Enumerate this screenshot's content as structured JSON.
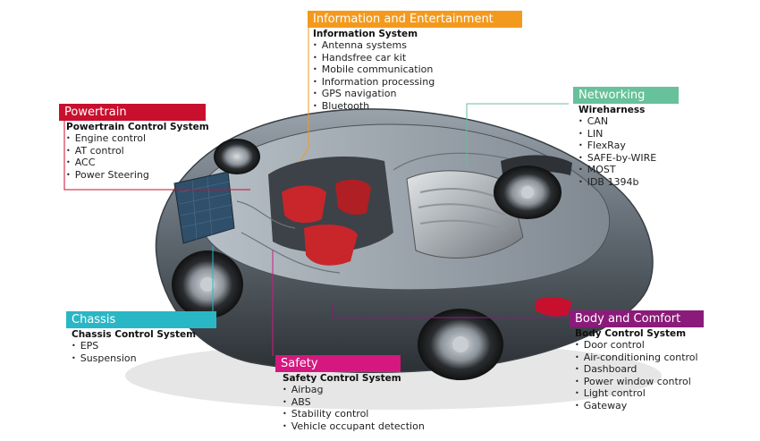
{
  "colors": {
    "info": "#f39a1e",
    "powertrain": "#c8102e",
    "networking": "#67c19a",
    "chassis": "#2ab7c5",
    "safety": "#d4187f",
    "body": "#8b1b7a"
  },
  "callouts": {
    "info": {
      "heading": "Information and Entertainment",
      "subheading": "Information System",
      "items": [
        "Antenna systems",
        "Handsfree car kit",
        "Mobile communication",
        "Information processing",
        "GPS navigation",
        "Bluetooth"
      ]
    },
    "powertrain": {
      "heading": "Powertrain",
      "subheading": "Powertrain Control System",
      "items": [
        "Engine control",
        "AT control",
        "ACC",
        "Power Steering"
      ]
    },
    "networking": {
      "heading": "Networking",
      "subheading": "Wireharness",
      "items": [
        "CAN",
        "LIN",
        "FlexRay",
        "SAFE-by-WIRE",
        "MOST",
        "IDB 1394b"
      ]
    },
    "chassis": {
      "heading": "Chassis",
      "subheading": "Chassis Control System",
      "items": [
        "EPS",
        "Suspension"
      ]
    },
    "safety": {
      "heading": "Safety",
      "subheading": "Safety Control System",
      "items": [
        "Airbag",
        "ABS",
        "Stability control",
        "Vehicle occupant detection"
      ]
    },
    "body": {
      "heading": "Body and Comfort",
      "subheading": "Body Control System",
      "items": [
        "Door control",
        "Air-conditioning control",
        "Dashboard",
        "Power window control",
        "Light control",
        "Gateway"
      ]
    }
  }
}
